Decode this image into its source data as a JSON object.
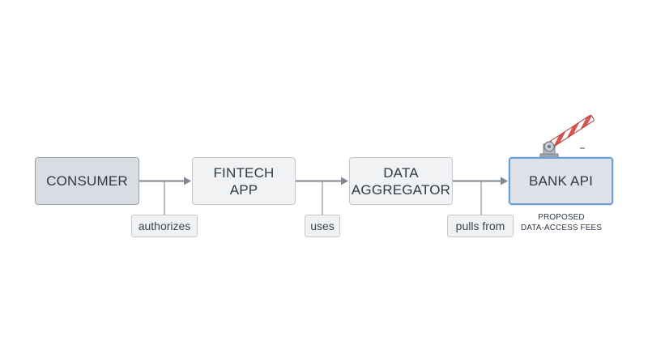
{
  "nodes": {
    "consumer": {
      "label": "CONSUMER"
    },
    "fintech": {
      "label": "FINTECH\nAPP"
    },
    "aggregator": {
      "label": "DATA\nAGGREGATOR"
    },
    "bank": {
      "label": "BANK API"
    }
  },
  "edges": {
    "authorizes": "authorizes",
    "uses": "uses",
    "pulls_from": "pulls from"
  },
  "bank_note": "PROPOSED\nDATA-ACCESS FEES",
  "icons": {
    "barrier": "barrier-gate-icon"
  },
  "colors": {
    "accent_border": "#6d9fd4",
    "barrier_red": "#d9534f",
    "arrow": "#7f8791"
  }
}
